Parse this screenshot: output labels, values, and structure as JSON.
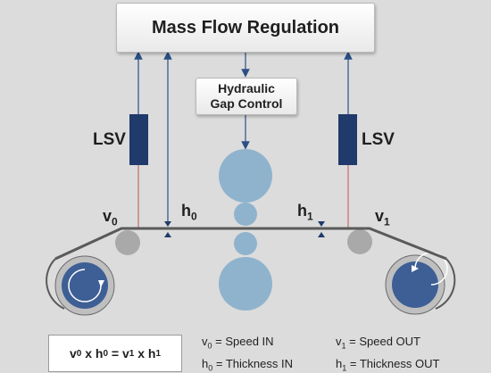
{
  "title": "Mass Flow Regulation",
  "hgc": {
    "line1": "Hydraulic",
    "line2": "Gap Control"
  },
  "left_sensor": "LSV",
  "right_sensor": "LSV",
  "labels": {
    "v_in": "v",
    "v_in_sub": "0",
    "h_in": "h",
    "h_in_sub": "0",
    "h_out": "h",
    "h_out_sub": "1",
    "v_out": "v",
    "v_out_sub": "1"
  },
  "formula": {
    "p1": "v",
    "s1": "0",
    "p2": " x h",
    "s2": "0",
    "p3": " = v",
    "s3": "1",
    "p4": " x h",
    "s4": "1"
  },
  "legend": [
    {
      "sym": "v",
      "sub": "0",
      "text": " = Speed IN"
    },
    {
      "sym": "v",
      "sub": "1",
      "text": " = Speed OUT"
    },
    {
      "sym": "h",
      "sub": "0",
      "text": " = Thickness IN"
    },
    {
      "sym": "h",
      "sub": "1",
      "text": " = Thickness OUT"
    }
  ],
  "colors": {
    "background": "#dcdcdc",
    "roll": "#8fb3cd",
    "sensor": "#1f3a6b",
    "coiler": "#3d5f95",
    "arrow": "#2a4f85",
    "signal_line": "#c96a6a"
  }
}
